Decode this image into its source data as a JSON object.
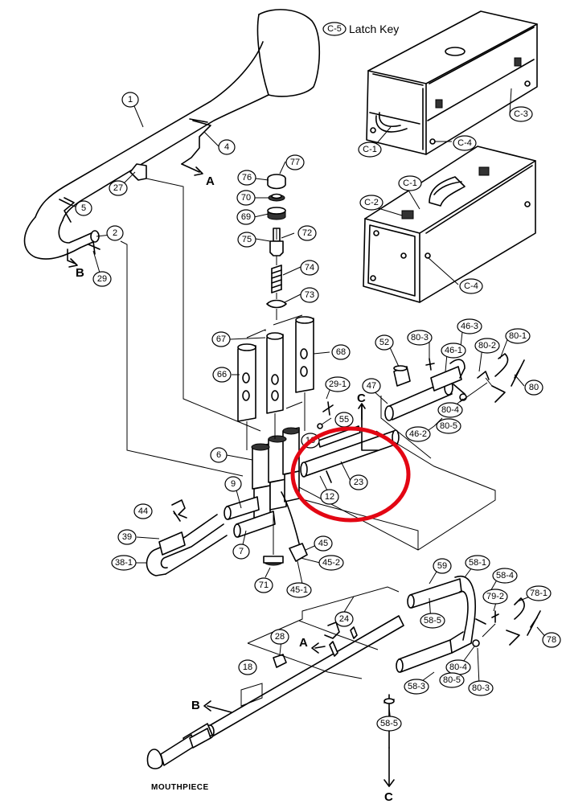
{
  "legend": {
    "code": "C-5",
    "text": "Latch Key"
  },
  "labels": {
    "p1": "1",
    "p2": "2",
    "p4": "4",
    "p5": "5",
    "p6": "6",
    "p7": "7",
    "p9": "9",
    "p12": "12",
    "p16": "16",
    "p18": "18",
    "p23": "23",
    "p24": "24",
    "p27": "27",
    "p28": "28",
    "p29": "29",
    "p29_1": "29-1",
    "p38_1": "38-1",
    "p39": "39",
    "p44": "44",
    "p45": "45",
    "p45_1": "45-1",
    "p45_2": "45-2",
    "p46_1": "46-1",
    "p46_2": "46-2",
    "p46_3": "46-3",
    "p47": "47",
    "p52": "52",
    "p55": "55",
    "p58_1": "58-1",
    "p58_3": "58-3",
    "p58_4": "58-4",
    "p58_5": "58-5",
    "p58_5b": "58-5",
    "p59": "59",
    "p66": "66",
    "p67": "67",
    "p68": "68",
    "p69": "69",
    "p70": "70",
    "p71": "71",
    "p72": "72",
    "p73": "73",
    "p74": "74",
    "p75": "75",
    "p76": "76",
    "p77": "77",
    "p78": "78",
    "p78_1": "78-1",
    "p79_2": "79-2",
    "p80": "80",
    "p80_1": "80-1",
    "p80_2": "80-2",
    "p80_3": "80-3",
    "p80_4": "80-4",
    "p80_5": "80-5",
    "p80_3b": "80-3",
    "p80_4b": "80-4",
    "p80_5b": "80-5",
    "c1": "C-1",
    "c1b": "C-1",
    "c2": "C-2",
    "c3": "C-3",
    "c4": "C-4",
    "c4b": "C-4"
  },
  "letters": {
    "a1": "A",
    "a2": "A",
    "b1": "B",
    "b2": "B",
    "c_top": "C",
    "c_bot": "C"
  },
  "mouthpiece_label": "MOUTHPIECE",
  "highlight_color": "#e30613"
}
